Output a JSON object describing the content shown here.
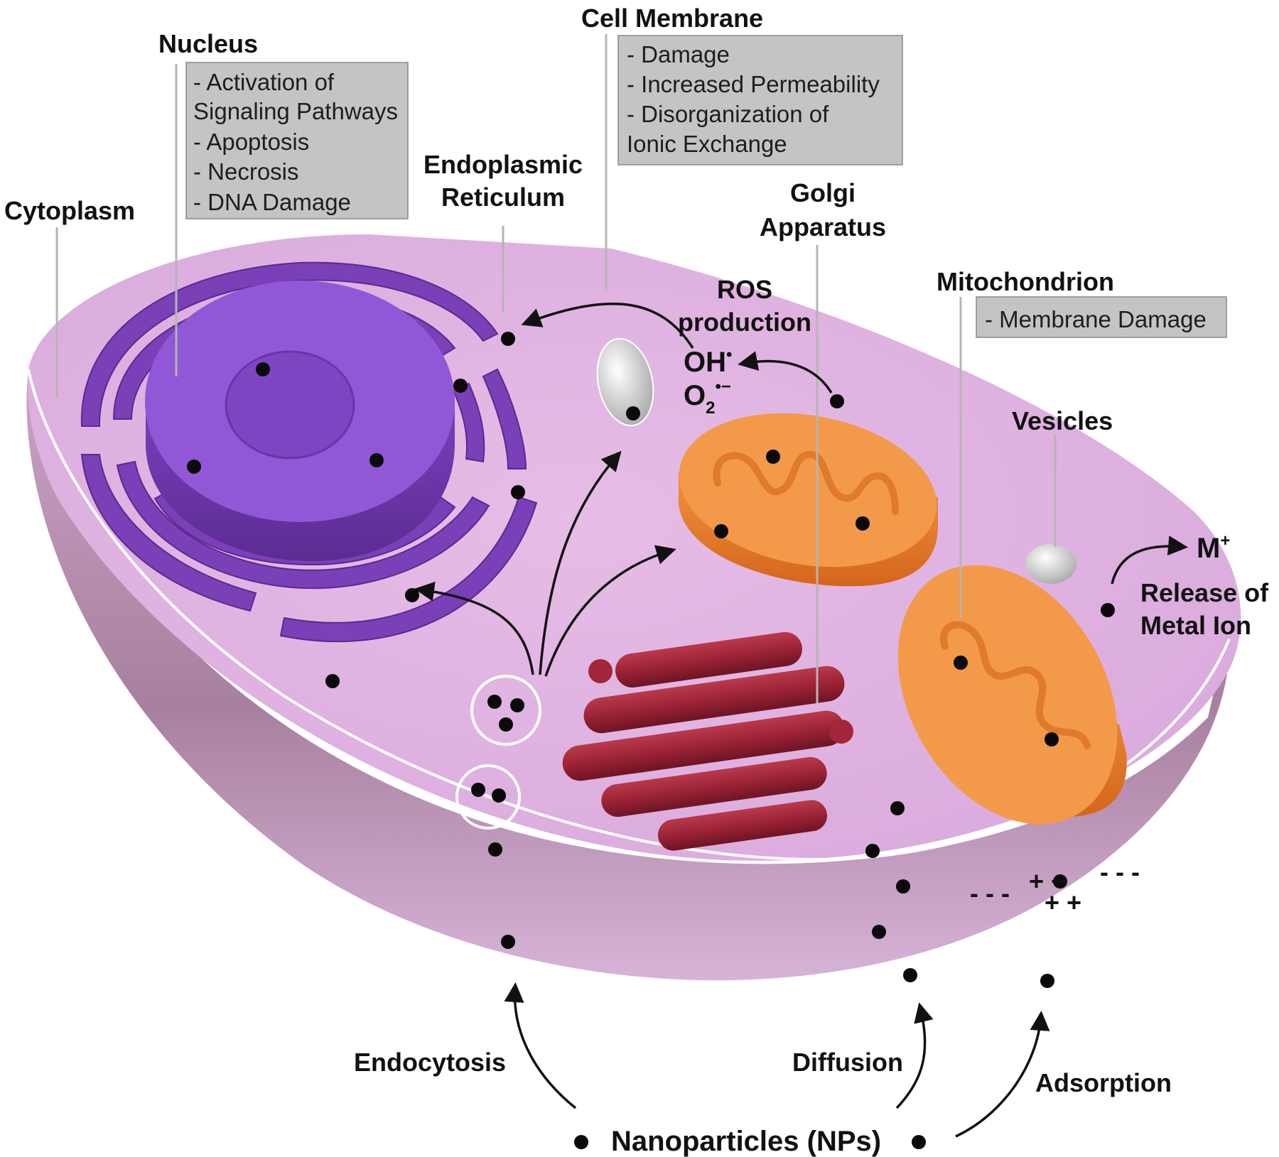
{
  "labels": {
    "nucleus": "Nucleus",
    "cell_membrane": "Cell Membrane",
    "cytoplasm": "Cytoplasm",
    "er_line1": "Endoplasmic",
    "er_line2": "Reticulum",
    "golgi_line1": "Golgi",
    "golgi_line2": "Apparatus",
    "ros_line1": "ROS",
    "ros_line2": "production",
    "mitochondrion": "Mitochondrion",
    "vesicles": "Vesicles",
    "release_line1": "Release of",
    "release_line2": "Metal Ion",
    "endocytosis": "Endocytosis",
    "diffusion": "Diffusion",
    "adsorption": "Adsorption",
    "nanoparticles": "Nanoparticles (NPs)"
  },
  "boxes": {
    "nucleus": [
      "- Activation of",
      "Signaling Pathways",
      "- Apoptosis",
      "- Necrosis",
      "- DNA Damage"
    ],
    "cell_membrane": [
      "- Damage",
      "- Increased Permeability",
      "- Disorganization of",
      "Ionic Exchange"
    ],
    "mitochondrion": [
      "- Membrane Damage"
    ]
  },
  "ions": {
    "hydroxyl": "OH",
    "hydroxyl_sup": "•",
    "superoxide": "O",
    "superoxide_sub": "2",
    "superoxide_sup": "•−",
    "metal": "M",
    "metal_sup": "+"
  },
  "charges": {
    "minus_left": "- - -",
    "minus_right": "- - -",
    "plus_top": "+ +",
    "plus_bottom": "+ +"
  },
  "colors": {
    "cell_top": "#e0b4e2",
    "cell_side": "#b88fb5",
    "nucleus": "#8f55d4",
    "er": "#7b3fb8",
    "mitochondrion": "#f08a3c",
    "golgi": "#a3263a",
    "callout_box": "#c4c4c4",
    "particle": "#0a0a0a"
  }
}
